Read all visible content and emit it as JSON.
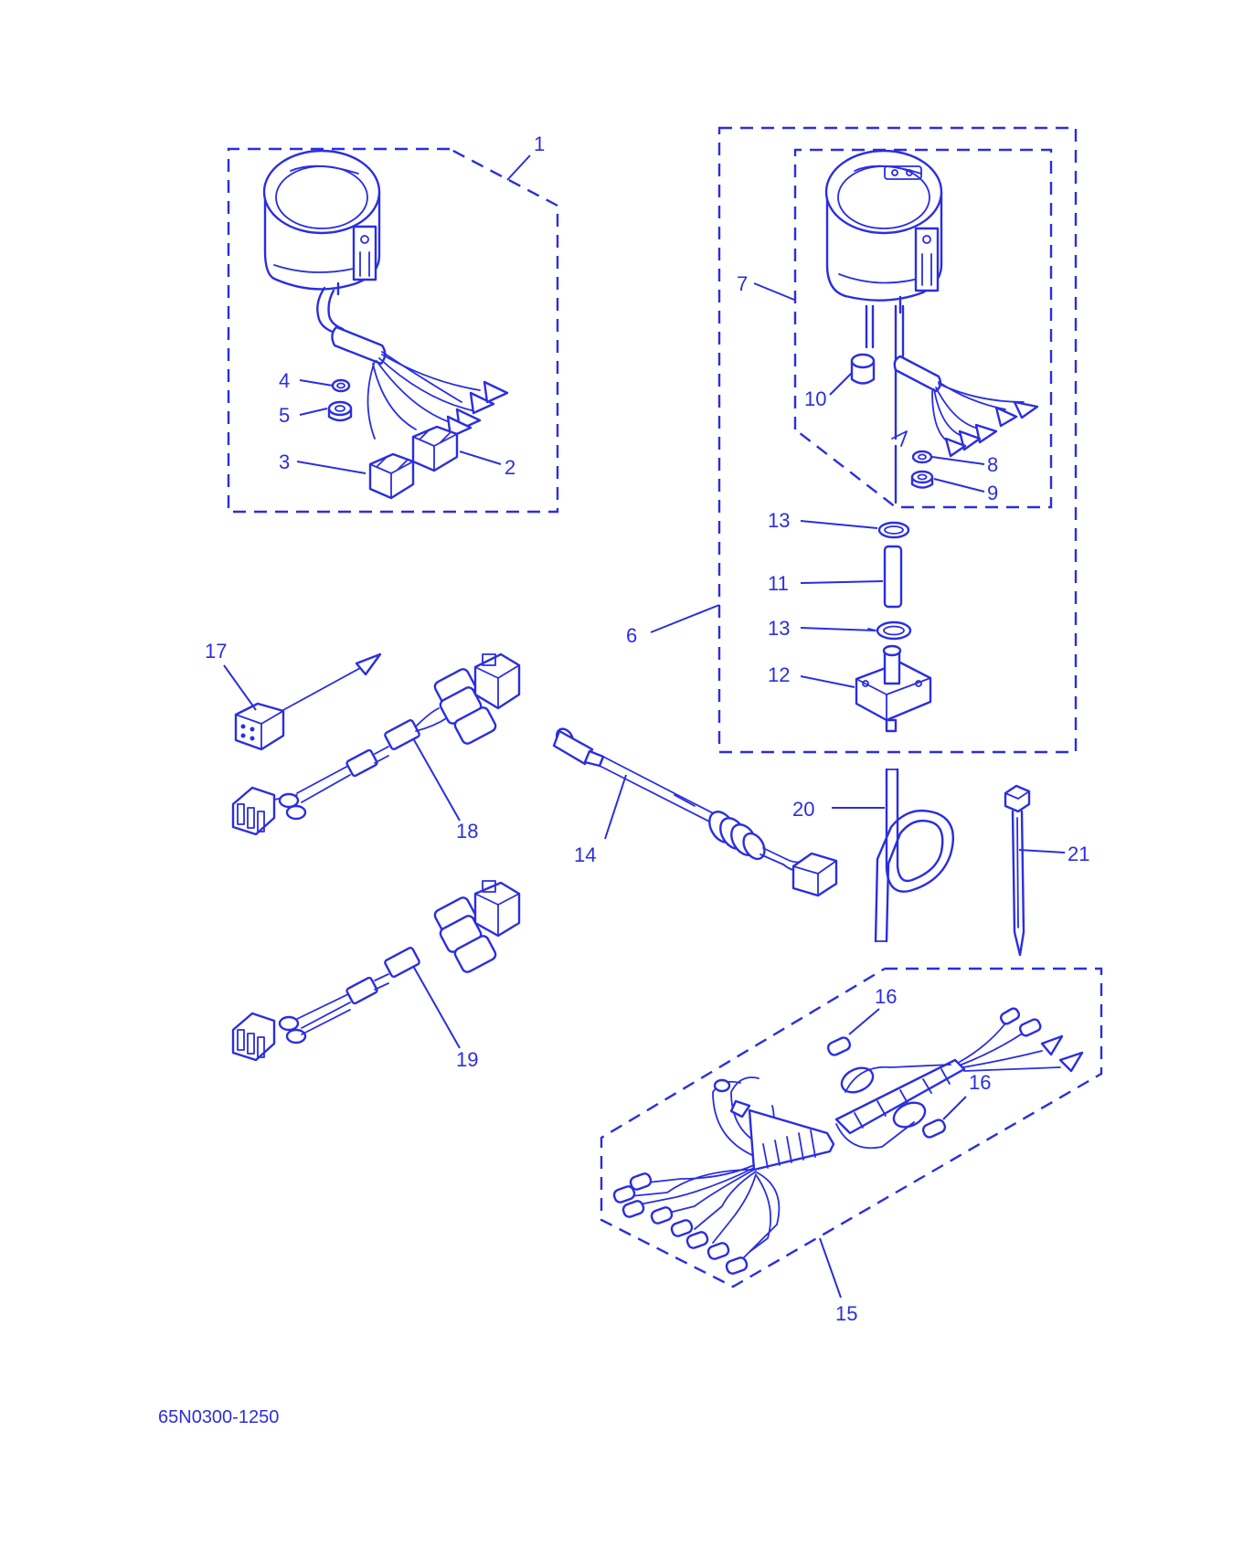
{
  "diagram_code": "65N0300-1250",
  "colors": {
    "line": "#2a2ee0",
    "background": "#ffffff"
  },
  "callouts": [
    "1",
    "2",
    "3",
    "4",
    "5",
    "6",
    "7",
    "8",
    "9",
    "10",
    "11",
    "12",
    "13",
    "13",
    "14",
    "15",
    "16",
    "16",
    "17",
    "18",
    "19",
    "20",
    "21"
  ]
}
